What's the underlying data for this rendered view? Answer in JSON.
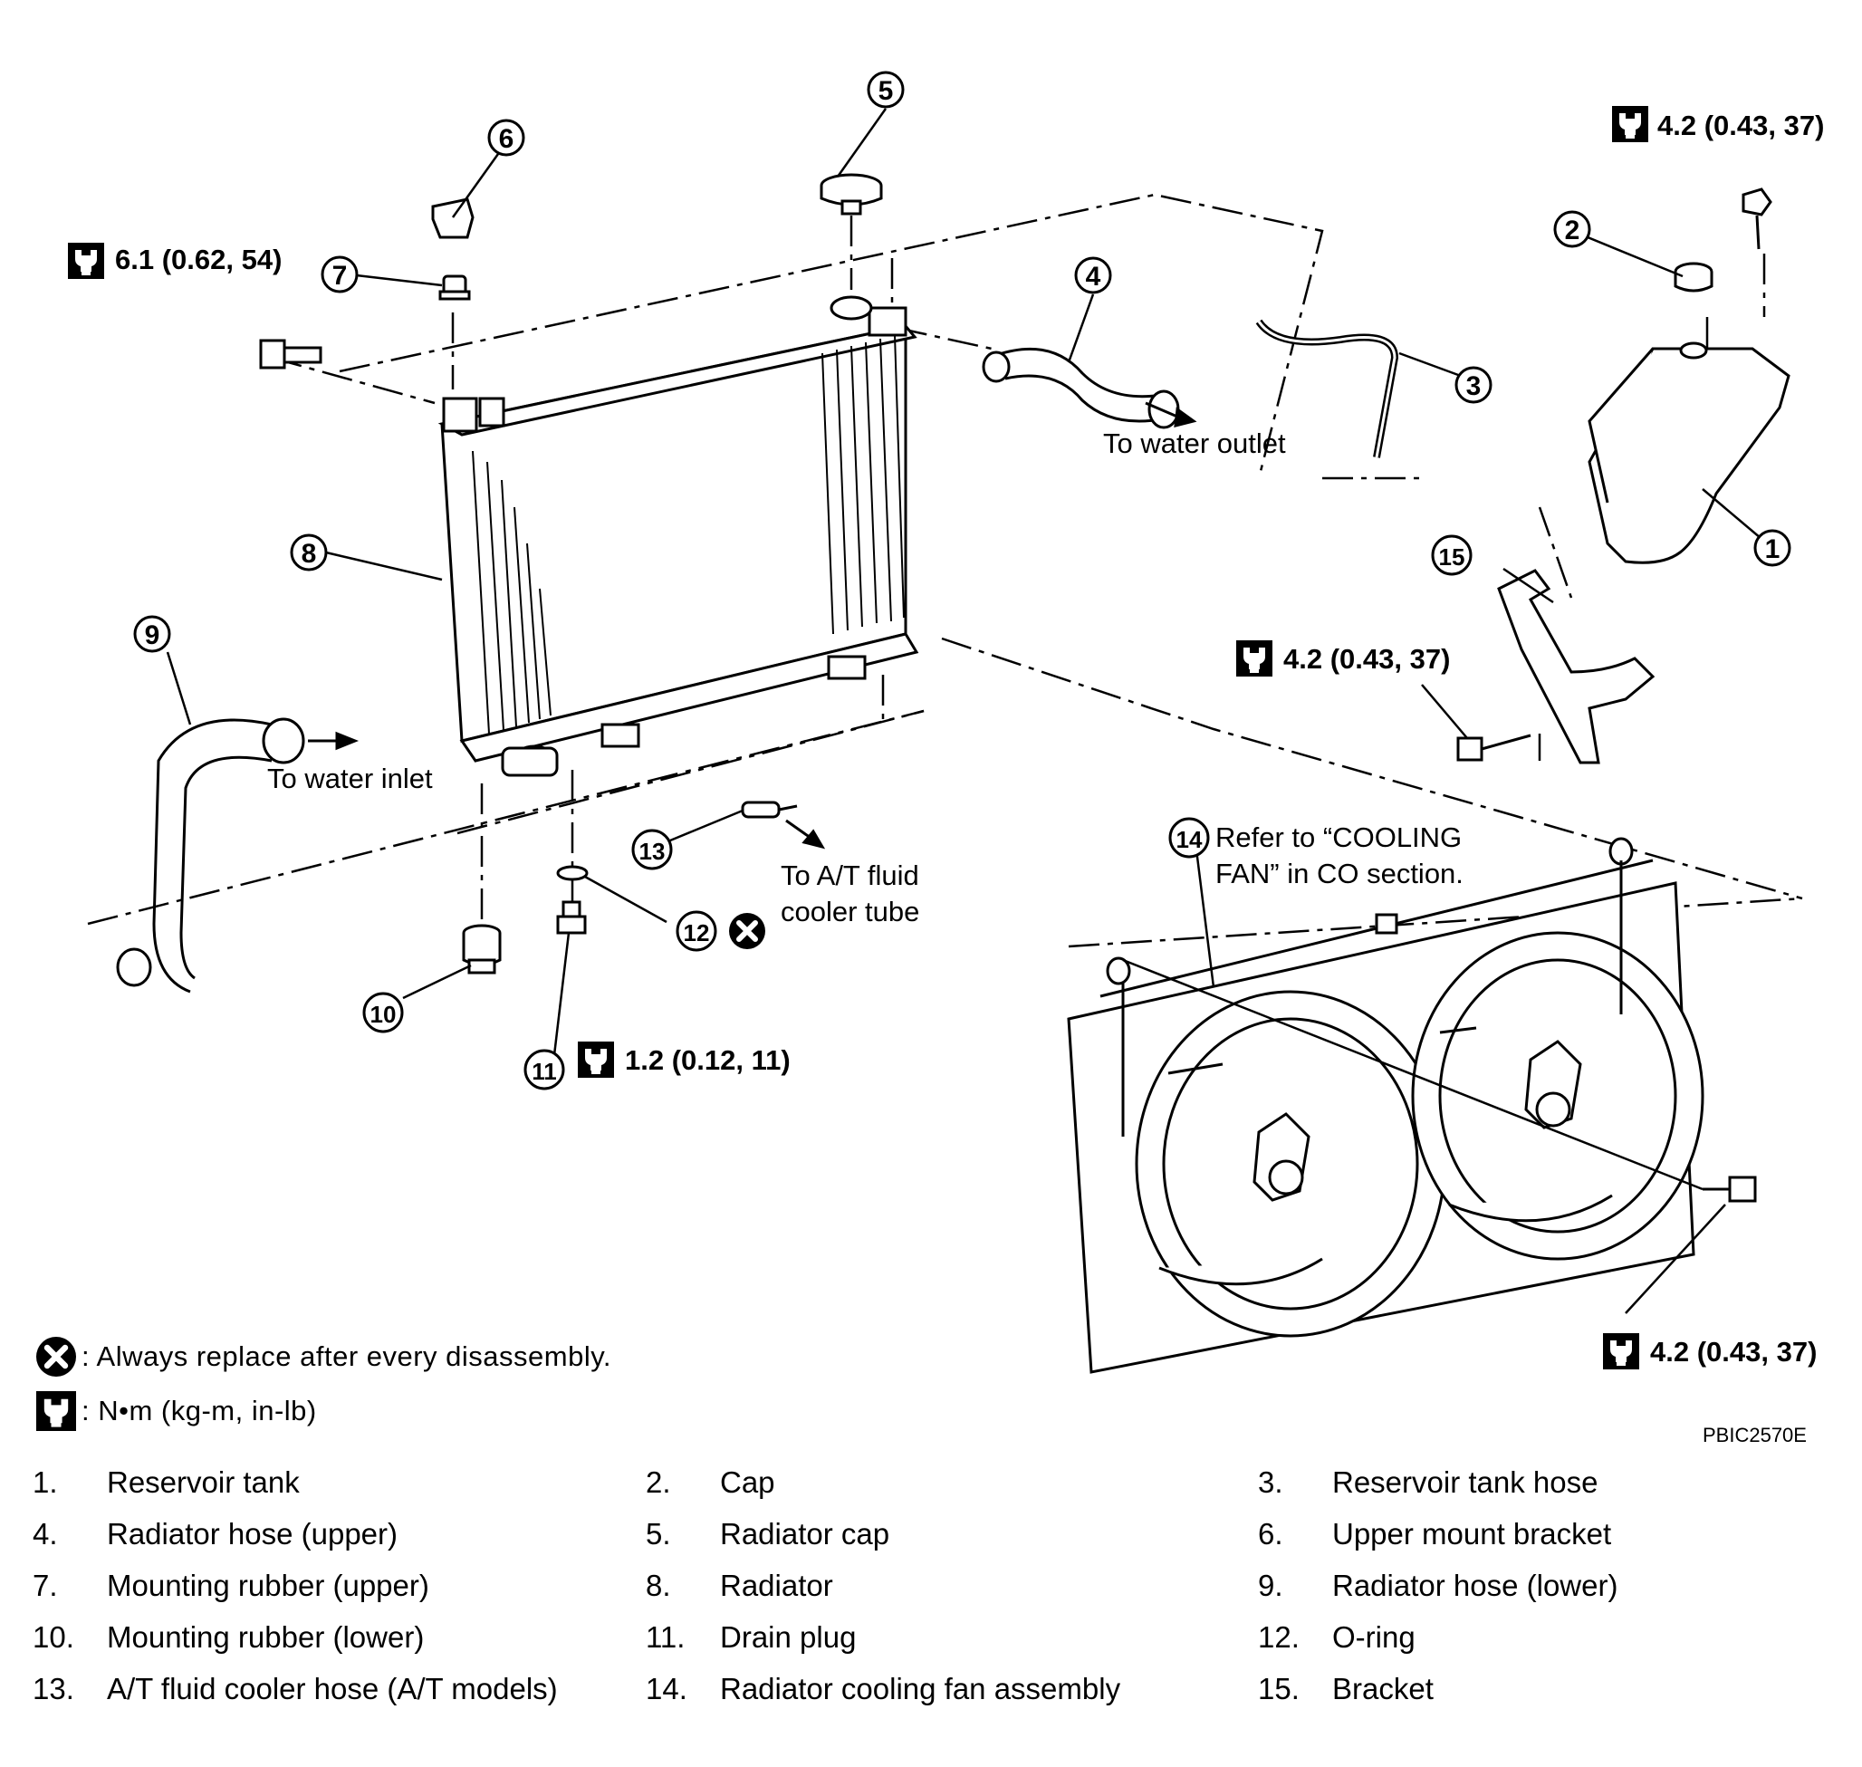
{
  "callouts": [
    "1",
    "2",
    "3",
    "4",
    "5",
    "6",
    "7",
    "8",
    "9",
    "10",
    "11",
    "12",
    "13",
    "14",
    "15"
  ],
  "torque_specs": {
    "reservoir_top": "4.2 (0.43, 37)",
    "radiator_bolt": "6.1 (0.62, 54)",
    "bracket_bolt": "4.2 (0.43, 37)",
    "drain_plug": "1.2 (0.12, 11)",
    "fan_bolt": "4.2 (0.43, 37)"
  },
  "annotations": {
    "water_outlet": "To water outlet",
    "water_inlet": "To water inlet",
    "at_fluid_1": "To A/T fluid",
    "at_fluid_2": "cooler tube",
    "refer_1": "Refer to “COOLING",
    "refer_2": "FAN” in CO section."
  },
  "legend": {
    "replace": ": Always replace after every disassembly.",
    "torque_unit": ": N•m (kg-m, in-lb)"
  },
  "figure_code": "PBIC2570E",
  "parts": [
    {
      "num": "1.",
      "name": "Reservoir tank"
    },
    {
      "num": "2.",
      "name": "Cap"
    },
    {
      "num": "3.",
      "name": "Reservoir tank hose"
    },
    {
      "num": "4.",
      "name": "Radiator hose (upper)"
    },
    {
      "num": "5.",
      "name": "Radiator cap"
    },
    {
      "num": "6.",
      "name": "Upper mount bracket"
    },
    {
      "num": "7.",
      "name": "Mounting rubber (upper)"
    },
    {
      "num": "8.",
      "name": "Radiator"
    },
    {
      "num": "9.",
      "name": "Radiator hose (lower)"
    },
    {
      "num": "10.",
      "name": "Mounting rubber (lower)"
    },
    {
      "num": "11.",
      "name": "Drain plug"
    },
    {
      "num": "12.",
      "name": "O-ring"
    },
    {
      "num": "13.",
      "name": "A/T fluid cooler hose (A/T models)"
    },
    {
      "num": "14.",
      "name": "Radiator cooling fan assembly"
    },
    {
      "num": "15.",
      "name": "Bracket"
    }
  ]
}
